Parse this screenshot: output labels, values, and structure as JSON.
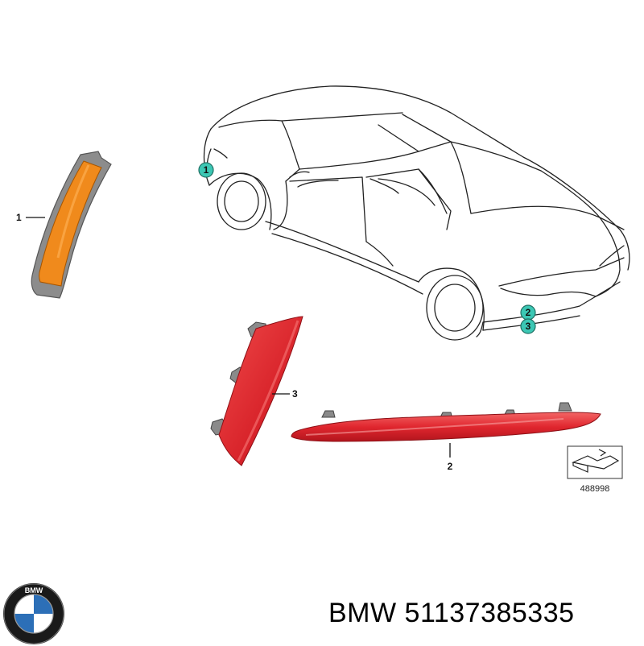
{
  "callouts": {
    "side_marker": "1",
    "rear_reflector_long": "2",
    "rear_reflector_short": "3"
  },
  "car_callouts": [
    "1",
    "2",
    "3"
  ],
  "reference_number": "488998",
  "logo": {
    "text": "BMW"
  },
  "footer": {
    "brand": "BMW",
    "part_number": "51137385335"
  },
  "colors": {
    "amber_reflector": "#f08a1c",
    "red_reflector": "#d8232a",
    "callout_badge": "#3cc7b4",
    "frame_grey": "#8a8a8a",
    "logo_blue": "#2c6fb7"
  }
}
